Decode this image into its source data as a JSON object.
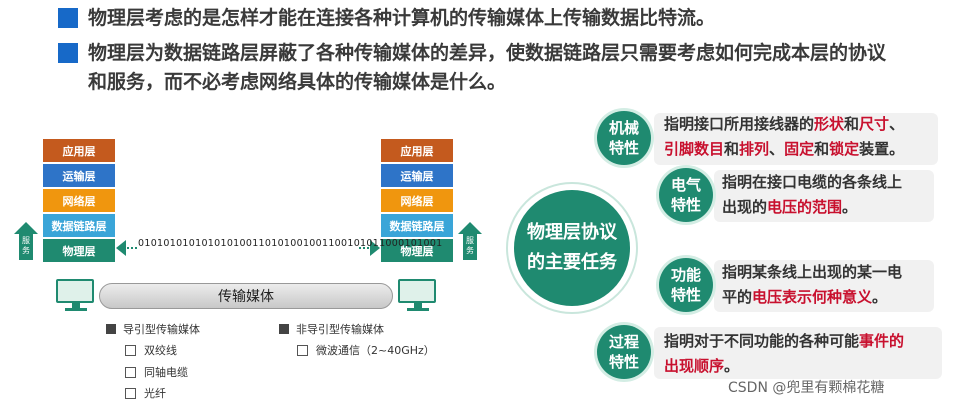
{
  "bullets": [
    "物理层考虑的是怎样才能在连接各种计算机的传输媒体上传输数据比特流。",
    "物理层为数据链路层屏蔽了各种传输媒体的差异，使数据链路层只需要考虑如何完成本层的协议",
    "和服务，而不必考虑网络具体的传输媒体是什么。"
  ],
  "layers": [
    "应用层",
    "运输层",
    "网络层",
    "数据链路层",
    "物理层"
  ],
  "service_arrow": "服务",
  "bitstream": "010101010101010100110101001001100101011000101001",
  "medium_label": "传输媒体",
  "guided": {
    "title": "导引型传输媒体",
    "items": [
      "双绞线",
      "同轴电缆",
      "光纤"
    ]
  },
  "unguided": {
    "title": "非导引型传输媒体",
    "items": [
      "微波通信（2~40GHz）"
    ]
  },
  "center": {
    "line1": "物理层协议",
    "line2": "的主要任务"
  },
  "properties": [
    {
      "name1": "机械",
      "name2": "特性",
      "line1": [
        "指明接口所用接线器的",
        "形状",
        "和",
        "尺寸",
        "、"
      ],
      "line2": [
        "引脚数目",
        "和",
        "排列",
        "、",
        "固定",
        "和",
        "锁定",
        "装置。"
      ]
    },
    {
      "name1": "电气",
      "name2": "特性",
      "line1": "指明在接口电缆的各条线上",
      "line2": [
        "出现的",
        "电压的范围",
        "。"
      ]
    },
    {
      "name1": "功能",
      "name2": "特性",
      "line1": "指明某条线上出现的某一电",
      "line2": [
        "平的",
        "电压表示何种意义",
        "。"
      ]
    },
    {
      "name1": "过程",
      "name2": "特性",
      "line1": [
        "指明对于不同功能的各种可能",
        "事件的"
      ],
      "line2": [
        "出现顺序",
        "。"
      ]
    }
  ],
  "watermark": "CSDN @兜里有颗棉花糖",
  "colors": {
    "accent_green": "#1f8a70",
    "highlight_red": "#c8102e",
    "bullet_blue": "#1769c8"
  }
}
